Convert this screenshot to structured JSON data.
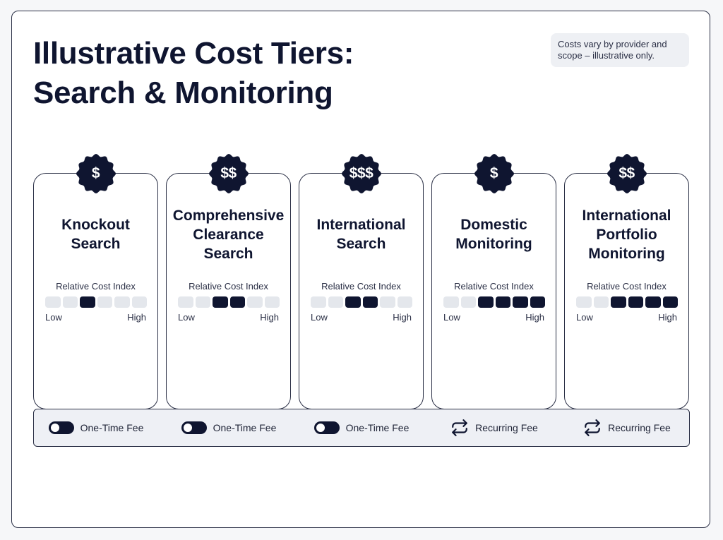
{
  "title": {
    "line1": "Illustrative Cost Tiers:",
    "line2": "Search & Monitoring"
  },
  "note": "Costs vary by provider and scope – illustrative only.",
  "scale": {
    "label": "Relative Cost Index",
    "low": "Low",
    "high": "High",
    "segments": 6
  },
  "tiers": [
    {
      "price": "$",
      "title_lines": [
        "Knockout",
        "Search"
      ],
      "index_start": 3,
      "index_end": 3
    },
    {
      "price": "$$",
      "title_lines": [
        "Comprehensive",
        "Clearance",
        "Search"
      ],
      "index_start": 3,
      "index_end": 4
    },
    {
      "price": "$$$",
      "title_lines": [
        "International",
        "Search"
      ],
      "index_start": 3,
      "index_end": 4
    },
    {
      "price": "$",
      "title_lines": [
        "Domestic",
        "Monitoring"
      ],
      "index_start": 3,
      "index_end": 6
    },
    {
      "price": "$$",
      "title_lines": [
        "International",
        "Portfolio",
        "Monitoring"
      ],
      "index_start": 3,
      "index_end": 6
    }
  ],
  "fees": [
    {
      "label": "One-Time Fee",
      "icon": "toggle-icon"
    },
    {
      "label": "One-Time Fee",
      "icon": "toggle-icon"
    },
    {
      "label": "One-Time Fee",
      "icon": "toggle-icon"
    },
    {
      "label": "Recurring Fee",
      "icon": "repeat-icon"
    },
    {
      "label": "Recurring Fee",
      "icon": "repeat-icon"
    }
  ],
  "colors": {
    "ink": "#0f1530",
    "segment_off": "#e4e7ec",
    "bar_bg": "#eef0f5"
  }
}
